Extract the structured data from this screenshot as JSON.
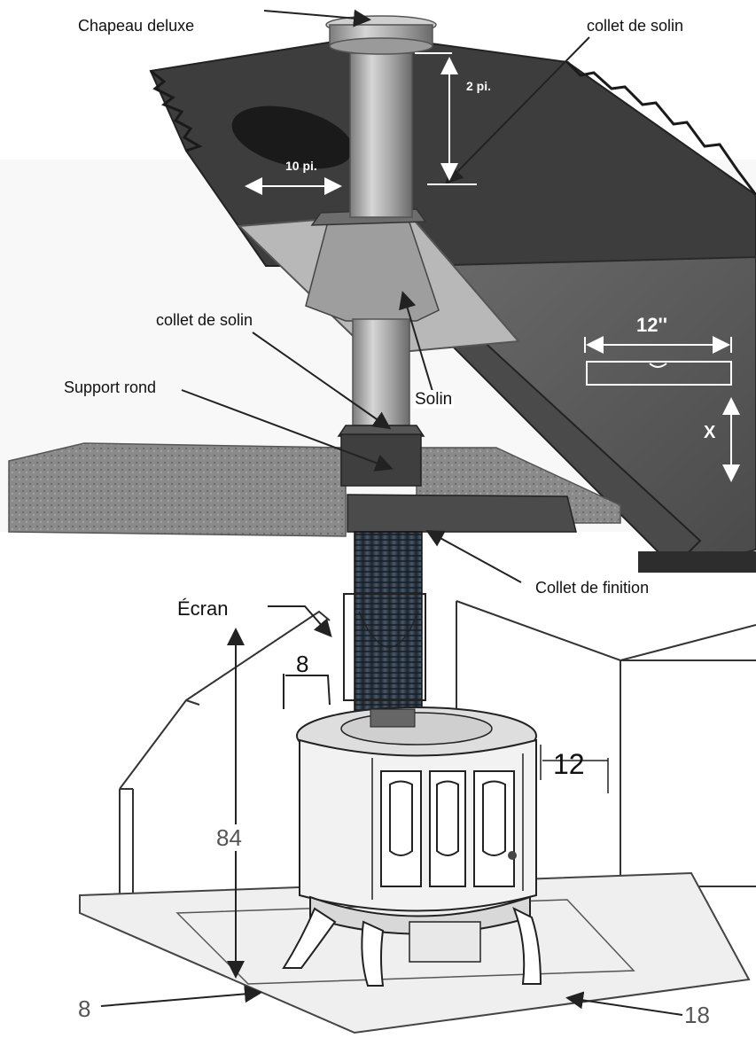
{
  "labels": {
    "chapeau_deluxe": "Chapeau deluxe",
    "collet_de_solin_top": "collet de solin",
    "two_pi": "2 pi.",
    "ten_pi": "10 pi.",
    "collet_de_solin_mid": "collet de solin",
    "support_rond": "Support rond",
    "solin": "Solin",
    "twelve_inch": "12''",
    "x_dim": "X",
    "collet_de_finition": "Collet de finition",
    "ecran": "Écran",
    "dim_8_top": "8",
    "dim_12_right": "12",
    "dim_84": "84",
    "dim_8_bottom": "8",
    "dim_18": "18"
  },
  "colors": {
    "roof_shingles": "#3d3d3d",
    "roof_edge": "#2a2a2a",
    "roof_deck": "#585858",
    "flashing": "#b8b8b8",
    "pipe_metal": "#a9a9a9",
    "insulation": "#8c8c8c",
    "flex_liner": "#34404e",
    "stove": "#1e1e1e",
    "floor_pad": "#efefef",
    "wall_line": "#333333"
  },
  "icons": [
    "double-arrow-icon",
    "arrow-pointer-icon"
  ]
}
